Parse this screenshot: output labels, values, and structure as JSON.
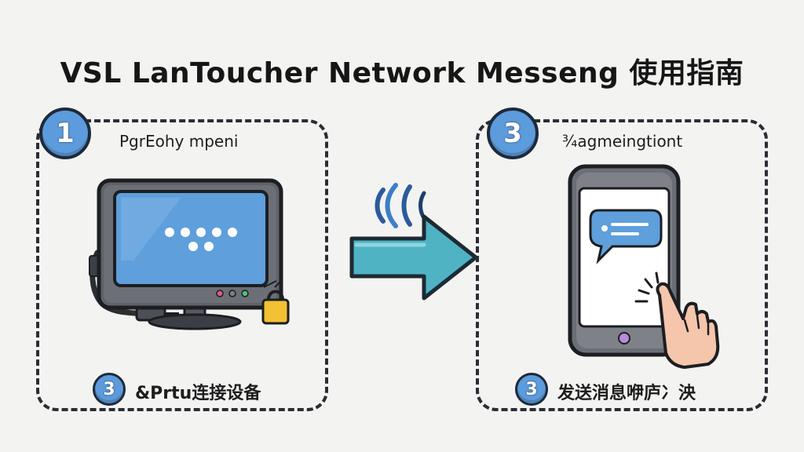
{
  "title": "VSL LanToucher Network Messeng 使用指南",
  "panels": [
    {
      "badge": "1",
      "heading": "PgrEohy mpeni",
      "footer_badge": "3",
      "footer": "&Prtu连接设备",
      "illustration": "monitor-icon"
    },
    {
      "badge": "3",
      "heading": "¾agmeingtiont",
      "footer_badge": "3",
      "footer": "发送消息咿庐冫泱",
      "illustration": "smartphone-icon"
    }
  ],
  "connector": {
    "arrow_icon": "arrow-right-icon",
    "signal_icon": "wireless-signal-icon"
  },
  "colors": {
    "badge_blue": "#5c9bdc",
    "screen_blue": "#5e9fdc",
    "arrow_teal": "#4fb3c4",
    "outline": "#2a2d33",
    "device_gray": "#5f6368"
  }
}
